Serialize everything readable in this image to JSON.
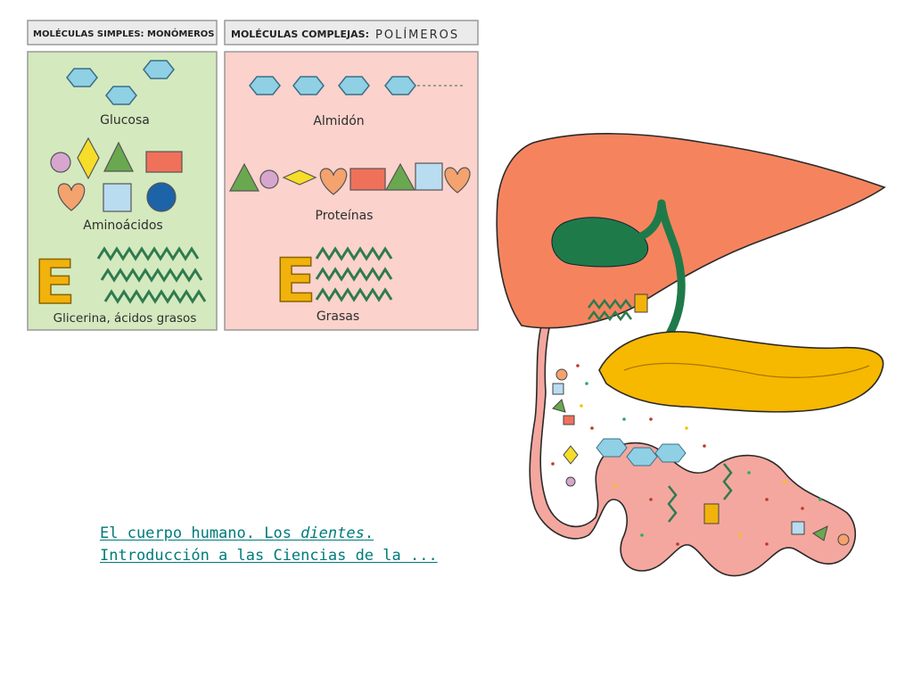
{
  "panels": {
    "simple_header": "MOLÉCULAS SIMPLES: MONÓMEROS",
    "complex_header_a": "MOLÉCULAS COMPLEJAS:",
    "complex_header_b": "POLÍMEROS",
    "simple_labels": [
      "Glucosa",
      "Aminoácidos",
      "Glicerina, ácidos grasos"
    ],
    "complex_labels": [
      "Almidón",
      "Proteínas",
      "Grasas"
    ],
    "glycerol_letter": "E"
  },
  "colors": {
    "simple_bg": "#d4e9be",
    "complex_bg": "#fbd2cc",
    "hexagon": "#8fd0e4",
    "liver": "#f5845e",
    "gallbladder": "#1f7a4a",
    "pancreas": "#f7b800",
    "intestine": "#f4a79e",
    "link": "#007a7a"
  },
  "caption": {
    "line1_pre": "El cuerpo humano. Los ",
    "line1_em": "dientes",
    "line1_post": ".",
    "line2": "Introducción a las Ciencias de la ..."
  }
}
